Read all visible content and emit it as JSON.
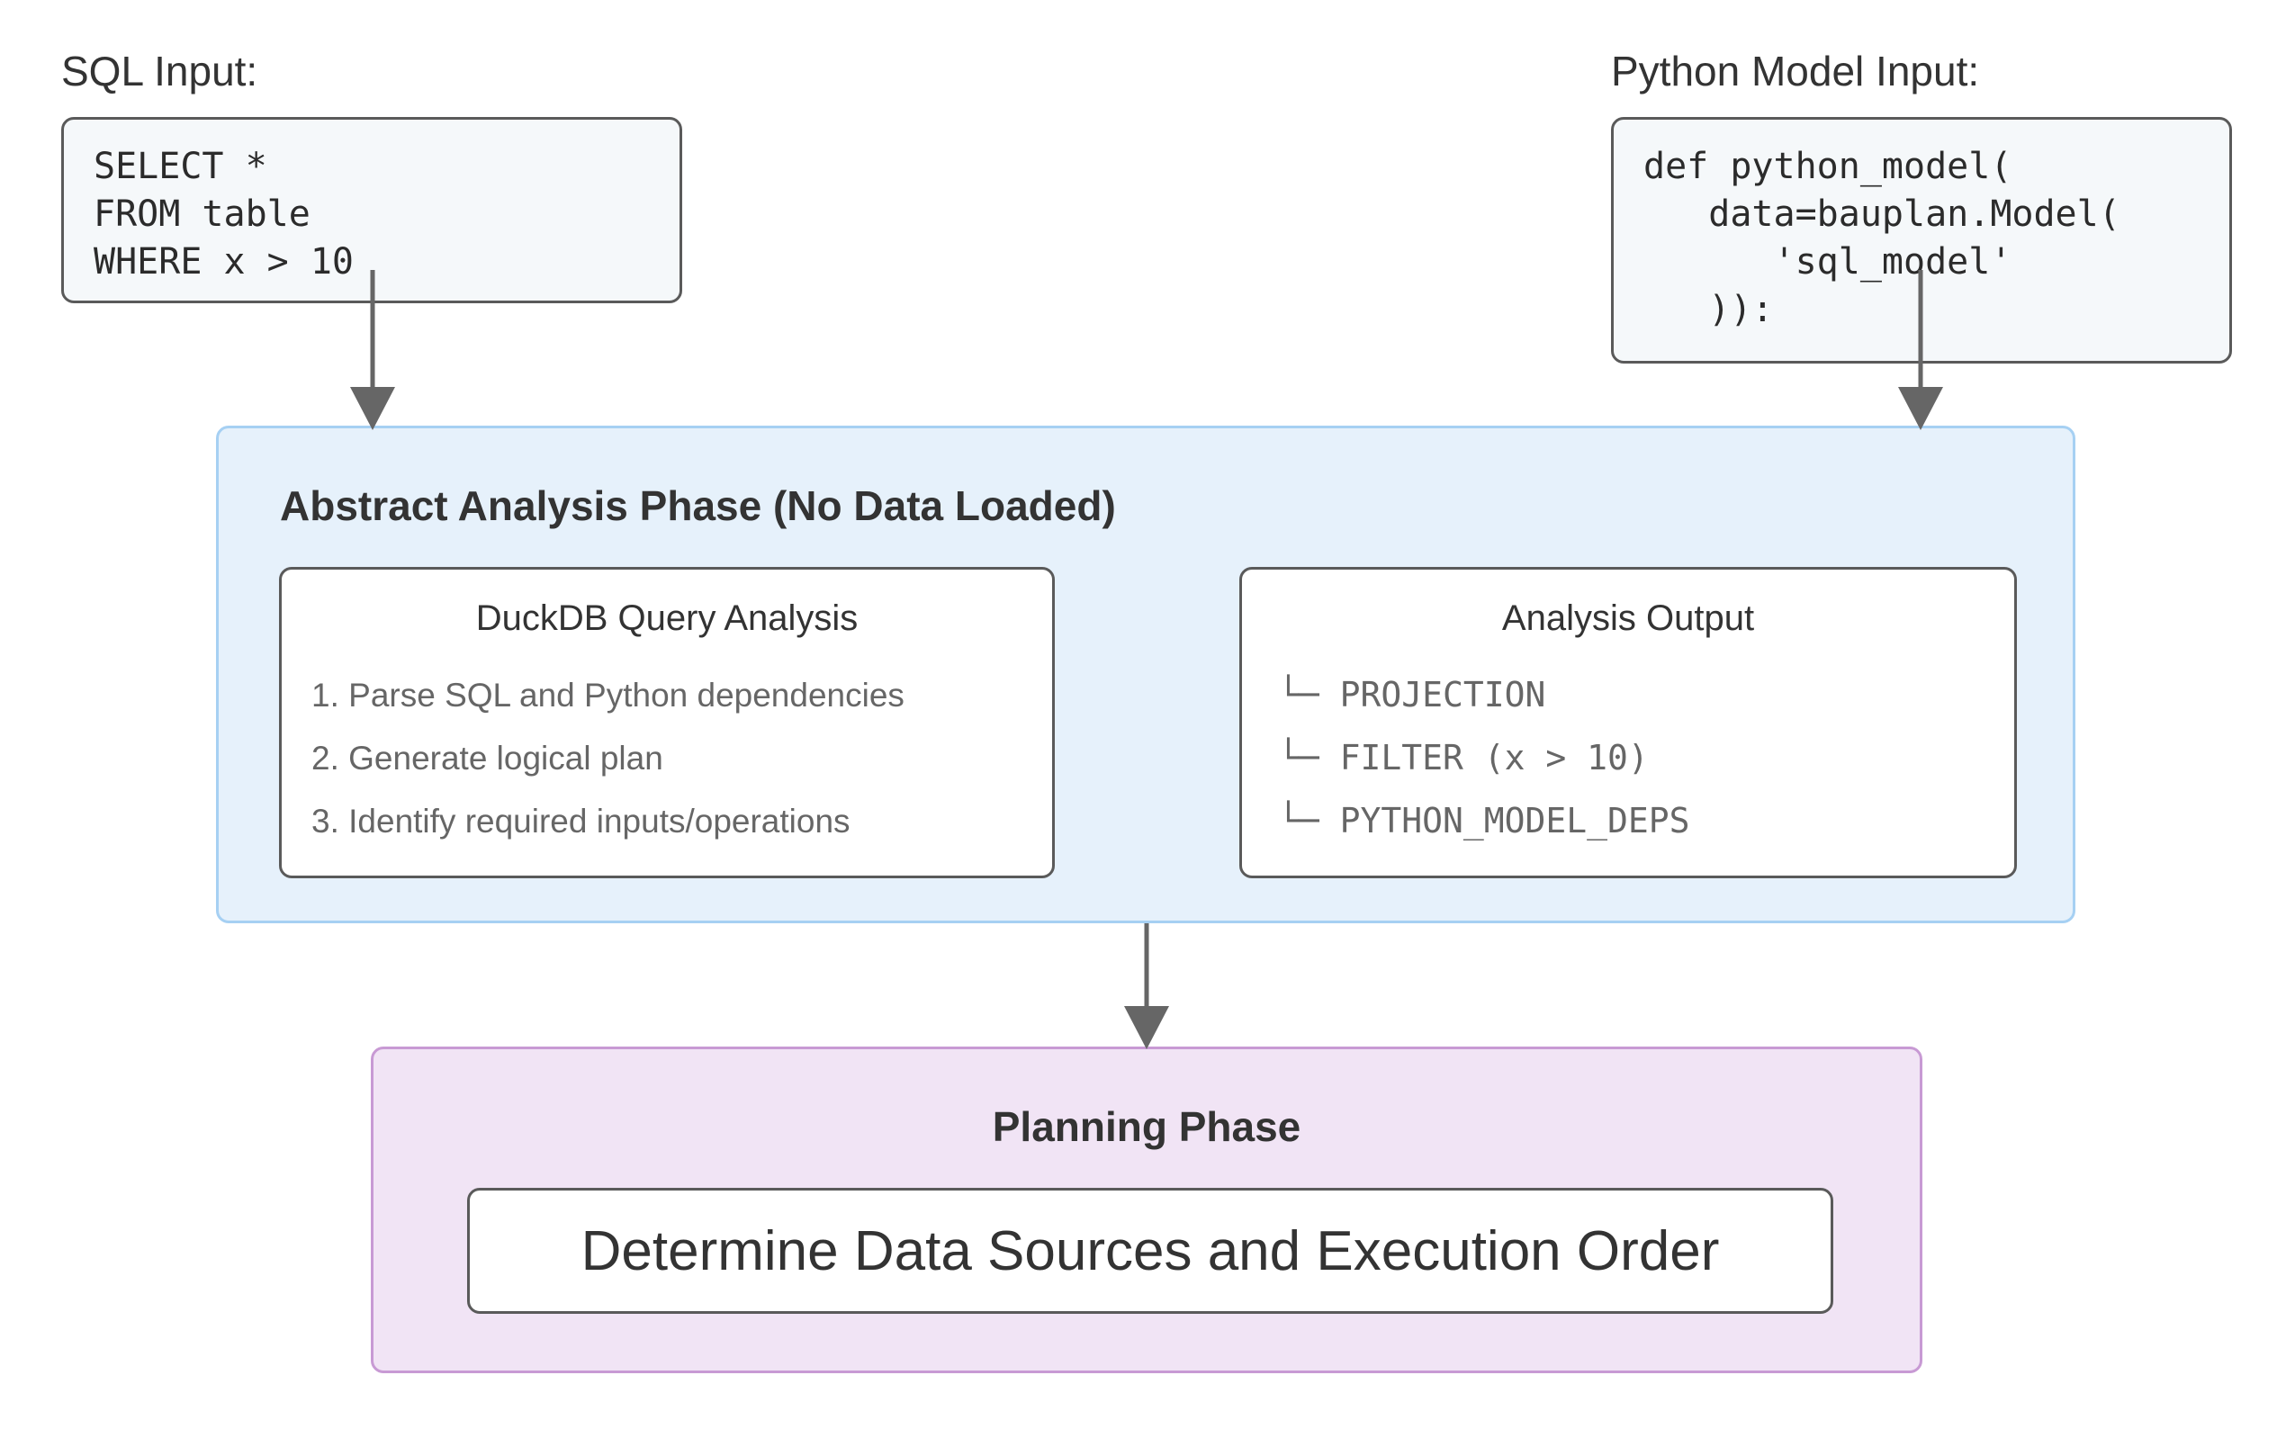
{
  "sql_input": {
    "label": "SQL Input:",
    "code": "SELECT *\nFROM table\nWHERE x > 10"
  },
  "python_input": {
    "label": "Python Model Input:",
    "code": "def python_model(\n   data=bauplan.Model(\n      'sql_model'\n   )):"
  },
  "abstract_phase": {
    "title": "Abstract Analysis Phase (No Data Loaded)",
    "query_analysis": {
      "title": "DuckDB Query Analysis",
      "steps": [
        "1. Parse SQL and Python dependencies",
        "2. Generate logical plan",
        "3. Identify required inputs/operations"
      ]
    },
    "analysis_output": {
      "title": "Analysis Output",
      "items": [
        "└─ PROJECTION",
        "└─ FILTER (x > 10)",
        "└─ PYTHON_MODEL_DEPS"
      ]
    }
  },
  "planning_phase": {
    "title": "Planning Phase",
    "result": "Determine Data Sources and Execution Order"
  },
  "colors": {
    "abstract_fill": "#e6f1fb",
    "abstract_border": "#a6d0f3",
    "planning_fill": "#f1e4f5",
    "planning_border": "#c89ad4",
    "arrow": "#666666"
  }
}
